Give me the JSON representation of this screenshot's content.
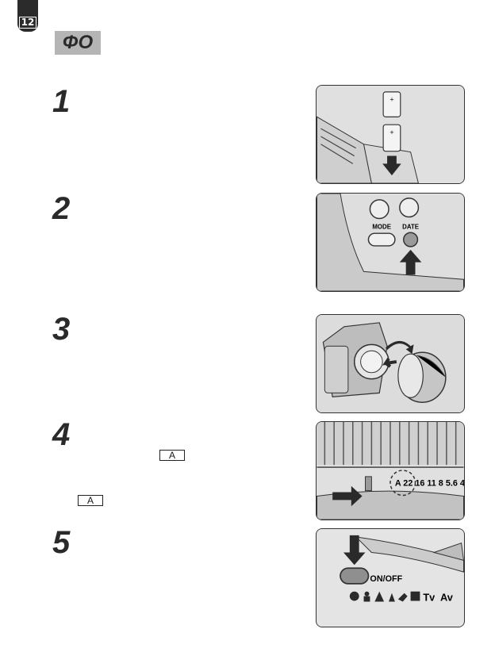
{
  "header": {
    "page_number": "12",
    "title": "ΦO"
  },
  "steps": [
    {
      "number": "1"
    },
    {
      "number": "2",
      "labels": {
        "mode": "MODE",
        "date": "DATE"
      }
    },
    {
      "number": "3"
    },
    {
      "number": "4",
      "mode_marker": "A",
      "scale": "A 22 16 11 8 5.6 4"
    },
    {
      "number": "5",
      "labels": {
        "onoff": "ON/OFF",
        "tv": "Tv",
        "av": "Av"
      }
    }
  ],
  "inline_markers": [
    "A",
    "A"
  ]
}
